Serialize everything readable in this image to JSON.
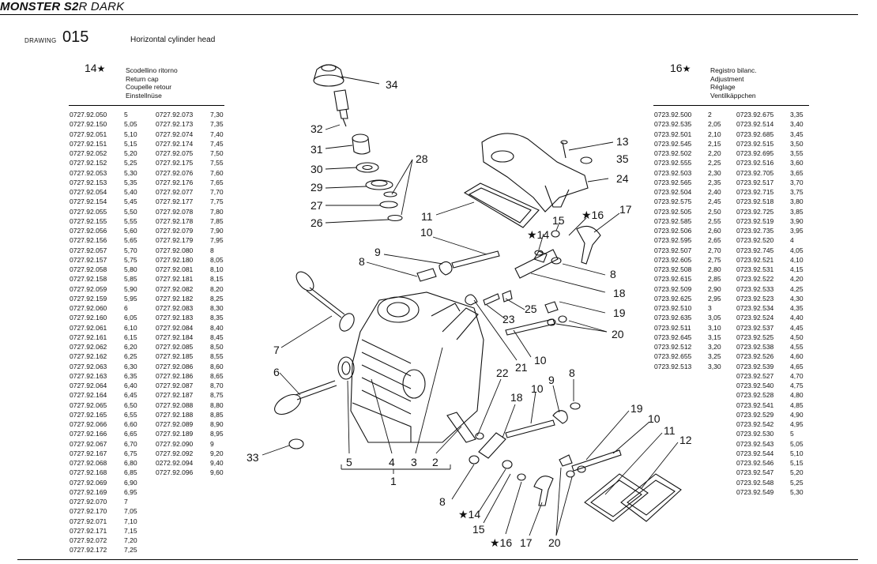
{
  "header": {
    "model_bold": "MONSTER S2",
    "model_rest": "R DARK"
  },
  "drawing": {
    "label": "DRAWING",
    "number": "015",
    "title": "Horizontal cylinder head"
  },
  "left_table": {
    "ref": "14",
    "star": "★",
    "desc": [
      "Scodellino ritorno",
      "Return cap",
      "Coupelle retour",
      "Einstellnüse"
    ],
    "col1_codes": [
      "0727.92.050",
      "0727.92.150",
      "0727.92.051",
      "0727.92.151",
      "0727.92.052",
      "0727.92.152",
      "0727.92.053",
      "0727.92.153",
      "0727.92.054",
      "0727.92.154",
      "0727.92.055",
      "0727.92.155",
      "0727.92.056",
      "0727.92.156",
      "0727.92.057",
      "0727.92.157",
      "0727.92.058",
      "0727.92.158",
      "0727.92.059",
      "0727.92.159",
      "0727.92.060",
      "0727.92.160",
      "0727.92.061",
      "0727.92.161",
      "0727.92.062",
      "0727.92.162",
      "0727.92.063",
      "0727.92.163",
      "0727.92.064",
      "0727.92.164",
      "0727.92.065",
      "0727.92.165",
      "0727.92.066",
      "0727.92.166",
      "0727.92.067",
      "0727.92.167",
      "0727.92.068",
      "0727.92.168",
      "0727.92.069",
      "0727.92.169",
      "0727.92.070",
      "0727.92.170",
      "0727.92.071",
      "0727.92.171",
      "0727.92.072",
      "0727.92.172"
    ],
    "col1_vals": [
      "5",
      "5,05",
      "5,10",
      "5,15",
      "5,20",
      "5,25",
      "5,30",
      "5,35",
      "5,40",
      "5,45",
      "5,50",
      "5,55",
      "5,60",
      "5,65",
      "5,70",
      "5,75",
      "5,80",
      "5,85",
      "5,90",
      "5,95",
      "6",
      "6,05",
      "6,10",
      "6,15",
      "6,20",
      "6,25",
      "6,30",
      "6,35",
      "6,40",
      "6,45",
      "6,50",
      "6,55",
      "6,60",
      "6,65",
      "6,70",
      "6,75",
      "6,80",
      "6,85",
      "6,90",
      "6,95",
      "7",
      "7,05",
      "7,10",
      "7,15",
      "7,20",
      "7,25"
    ],
    "col2_codes": [
      "0727.92.073",
      "0727.92.173",
      "0727.92.074",
      "0727.92.174",
      "0727.92.075",
      "0727.92.175",
      "0727.92.076",
      "0727.92.176",
      "0727.92.077",
      "0727.92.177",
      "0727.92.078",
      "0727.92.178",
      "0727.92.079",
      "0727.92.179",
      "0727.92.080",
      "0727.92.180",
      "0727.92.081",
      "0727.92.181",
      "0727.92.082",
      "0727.92.182",
      "0727.92.083",
      "0727.92.183",
      "0727.92.084",
      "0727.92.184",
      "0727.92.085",
      "0727.92.185",
      "0727.92.086",
      "0727.92.186",
      "0727.92.087",
      "0727.92.187",
      "0727.92.088",
      "0727.92.188",
      "0727.92.089",
      "0727.92.189",
      "0727.92.090",
      "0727.92.092",
      "0272.92.094",
      "0727.92.096"
    ],
    "col2_vals": [
      "7,30",
      "7,35",
      "7,40",
      "7,45",
      "7,50",
      "7,55",
      "7,60",
      "7,65",
      "7,70",
      "7,75",
      "7,80",
      "7,85",
      "7,90",
      "7,95",
      "8",
      "8,05",
      "8,10",
      "8,15",
      "8,20",
      "8,25",
      "8,30",
      "8,35",
      "8,40",
      "8,45",
      "8,50",
      "8,55",
      "8,60",
      "8,65",
      "8,70",
      "8,75",
      "8,80",
      "8,85",
      "8,90",
      "8,95",
      "9",
      "9,20",
      "9,40",
      "9,60"
    ]
  },
  "right_table": {
    "ref": "16",
    "star": "★",
    "desc": [
      "Registro bilanc.",
      "Adjustment",
      "Réglage",
      "Ventilkäppchen"
    ],
    "col1_codes": [
      "0723.92.500",
      "0723.92.535",
      "0723.92.501",
      "0723.92.545",
      "0723.92.502",
      "0723.92.555",
      "0723.92.503",
      "0723.92.565",
      "0723.92.504",
      "0723.92.575",
      "0723.92.505",
      "0723.92.585",
      "0723.92.506",
      "0723.92.595",
      "0723.92.507",
      "0723.92.605",
      "0723.92.508",
      "0723.92.615",
      "0723.92.509",
      "0723.92.625",
      "0723.92.510",
      "0723.92.635",
      "0723.92.511",
      "0723.92.645",
      "0723.92.512",
      "0723.92.655",
      "0723.92.513"
    ],
    "col1_vals": [
      "2",
      "2,05",
      "2,10",
      "2,15",
      "2,20",
      "2,25",
      "2,30",
      "2,35",
      "2,40",
      "2,45",
      "2,50",
      "2,55",
      "2,60",
      "2,65",
      "2,70",
      "2,75",
      "2,80",
      "2,85",
      "2,90",
      "2,95",
      "3",
      "3,05",
      "3,10",
      "3,15",
      "3,20",
      "3,25",
      "3,30"
    ],
    "col2_codes": [
      "0723.92.675",
      "0723.92.514",
      "0723.92.685",
      "0723.92.515",
      "0723.92.695",
      "0723.92.516",
      "0723.92.705",
      "0723.92.517",
      "0723.92.715",
      "0723.92.518",
      "0723.92.725",
      "0723.92.519",
      "0723.92.735",
      "0723.92.520",
      "0723.92.745",
      "0723.92.521",
      "0723.92.531",
      "0723.92.522",
      "0723.92.533",
      "0723.92.523",
      "0723.92.534",
      "0723.92.524",
      "0723.92.537",
      "0723.92.525",
      "0723.92.538",
      "0723.92.526",
      "0723.92.539",
      "0723.92.527",
      "0723.92.540",
      "0723.92.528",
      "0723.92.541",
      "0723.92.529",
      "0723.92.542",
      "0723.92.530",
      "0723.92.543",
      "0723.92.544",
      "0723.92.546",
      "0723.92.547",
      "0723.92.548",
      "0723.92.549"
    ],
    "col2_vals": [
      "3,35",
      "3,40",
      "3,45",
      "3,50",
      "3,55",
      "3,60",
      "3,65",
      "3,70",
      "3,75",
      "3,80",
      "3,85",
      "3,90",
      "3,95",
      "4",
      "4,05",
      "4,10",
      "4,15",
      "4,20",
      "4,25",
      "4,30",
      "4,35",
      "4,40",
      "4,45",
      "4,50",
      "4,55",
      "4,60",
      "4,65",
      "4,70",
      "4,75",
      "4,80",
      "4,85",
      "4,90",
      "4,95",
      "5",
      "5,05",
      "5,10",
      "5,15",
      "5,20",
      "5,25",
      "5,30"
    ]
  },
  "callouts": [
    "34",
    "32",
    "31",
    "30",
    "29",
    "27",
    "26",
    "28",
    "11",
    "10",
    "9",
    "8",
    "7",
    "6",
    "5",
    "4",
    "3",
    "2",
    "1",
    "33",
    "13",
    "35",
    "24",
    "15",
    "16",
    "14",
    "17",
    "18",
    "19",
    "20",
    "21",
    "22",
    "23",
    "25",
    "12"
  ]
}
